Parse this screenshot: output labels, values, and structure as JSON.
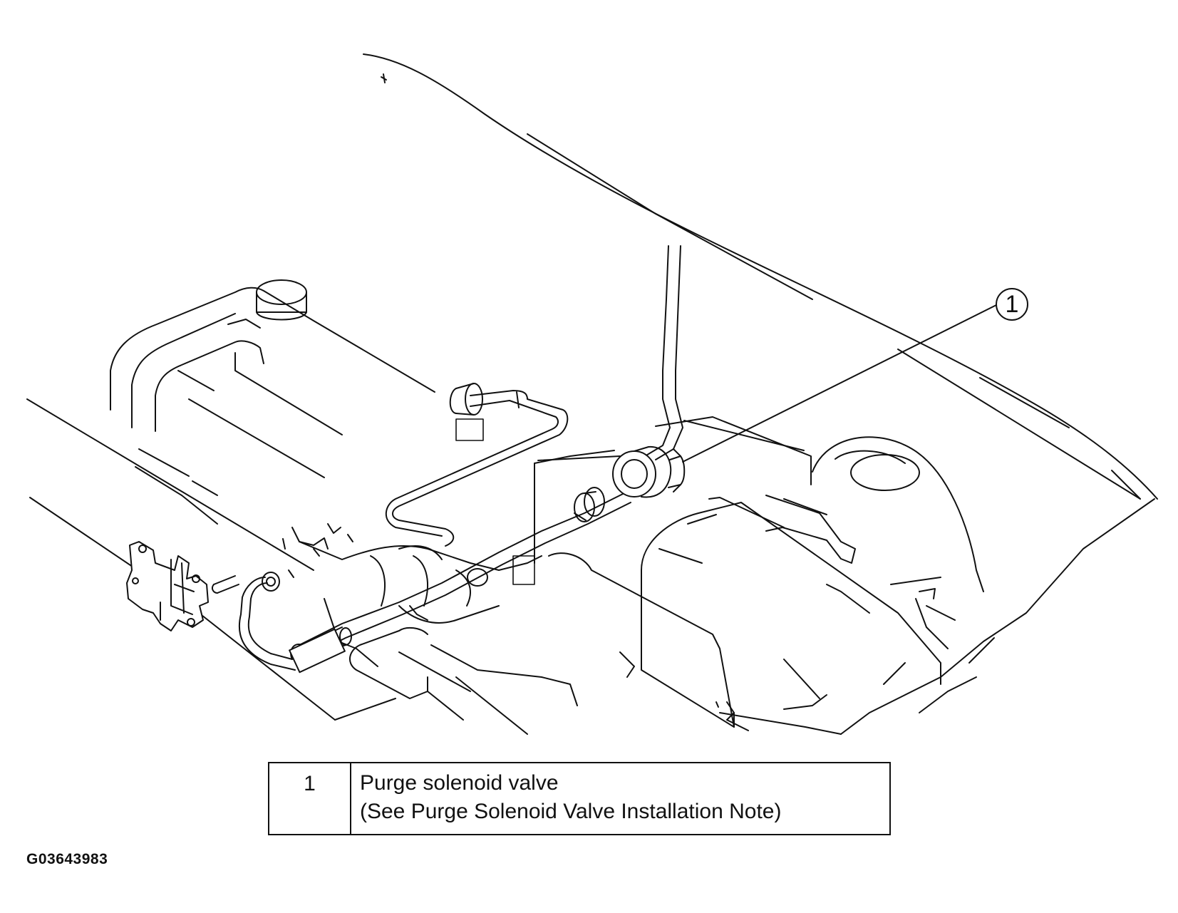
{
  "callouts": [
    {
      "number": "1"
    }
  ],
  "legend": {
    "rows": [
      {
        "number": "1",
        "line1": "Purge solenoid valve",
        "line2": "(See Purge Solenoid Valve Installation Note)"
      }
    ]
  },
  "figure_id": "G03643983"
}
